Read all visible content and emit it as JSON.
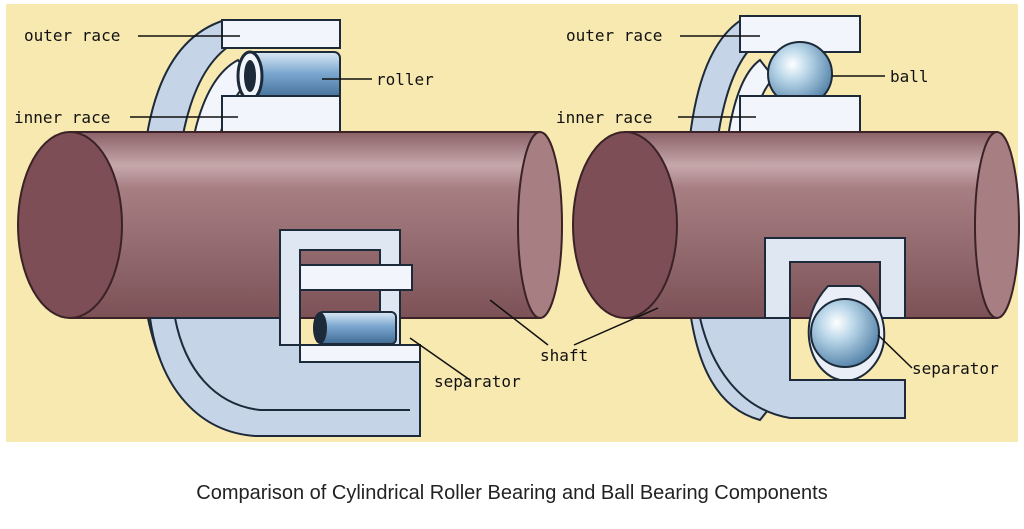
{
  "labels": {
    "outer_race_left": "outer race",
    "inner_race_left": "inner race",
    "roller": "roller",
    "separator_left": "separator",
    "shaft": "shaft",
    "outer_race_right": "outer race",
    "inner_race_right": "inner race",
    "ball": "ball",
    "separator_right": "separator"
  },
  "caption": "Comparison of Cylindrical Roller Bearing and Ball Bearing Components",
  "colors": {
    "background": "#f8e9b0",
    "shaft": "#a77f83",
    "shaft_end": "#7d4e55",
    "race_blue": "#c6d4e8",
    "race_white": "#f2f5fb",
    "roller_blue": "#6f9ec9",
    "ball_blue": "#9cc3dc"
  }
}
